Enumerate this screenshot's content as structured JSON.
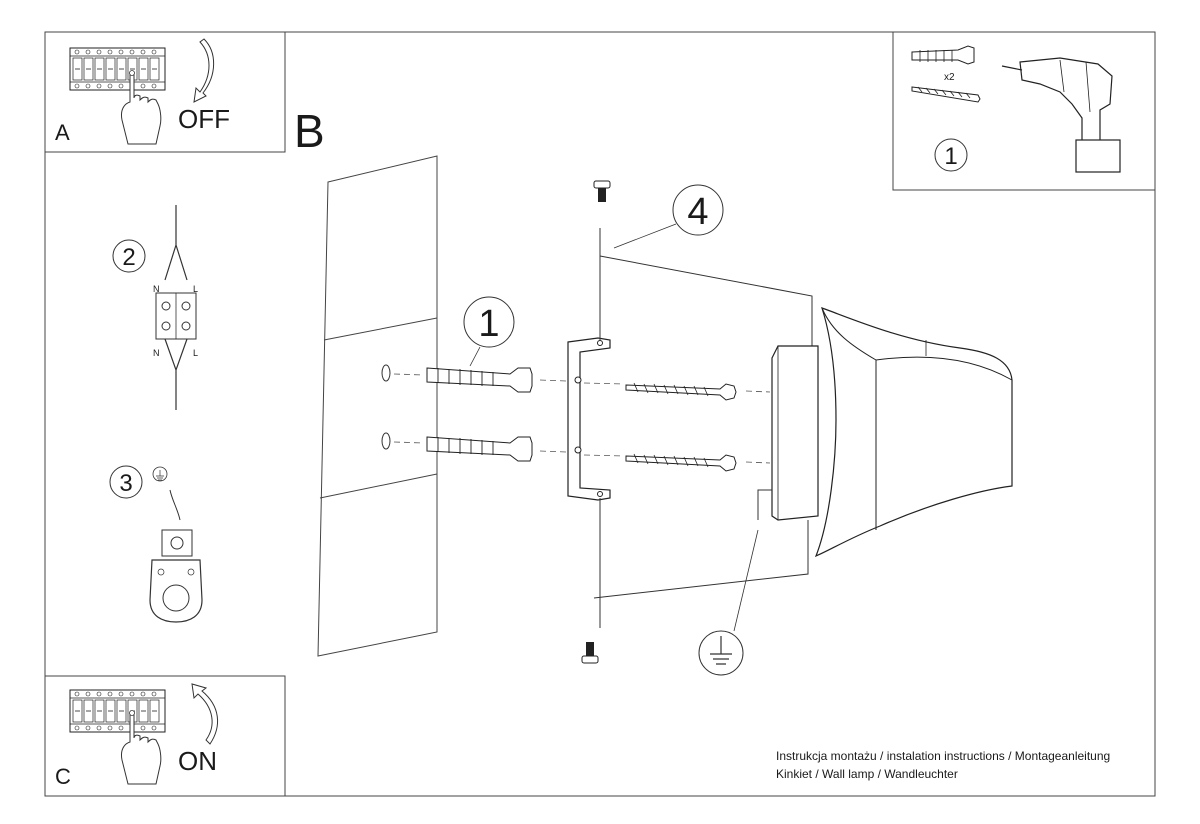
{
  "panels": {
    "a": {
      "letter": "A",
      "action": "OFF"
    },
    "b": {
      "letter": "B"
    },
    "c": {
      "letter": "C",
      "action": "ON"
    }
  },
  "steps": {
    "step1_drill": "1",
    "step1_callout": "1",
    "step2": "2",
    "step3": "3",
    "step4": "4"
  },
  "drill_panel": {
    "quantity": "x2"
  },
  "wiring": {
    "neutral": "N",
    "live": "L"
  },
  "footer": {
    "line1": "Instrukcja montażu / instalation instructions / Montageanleitung",
    "line2": "Kinkiet / Wall lamp / Wandleuchter"
  },
  "icons": [
    "breaker-panel-icon",
    "hand-icon",
    "switch-off-arrow-icon",
    "switch-on-arrow-icon",
    "wall-plug-icon",
    "screw-icon",
    "drill-icon",
    "terminal-block-icon",
    "ground-terminal-icon",
    "ground-symbol-icon",
    "mounting-bracket-icon",
    "lamp-shade-icon"
  ]
}
